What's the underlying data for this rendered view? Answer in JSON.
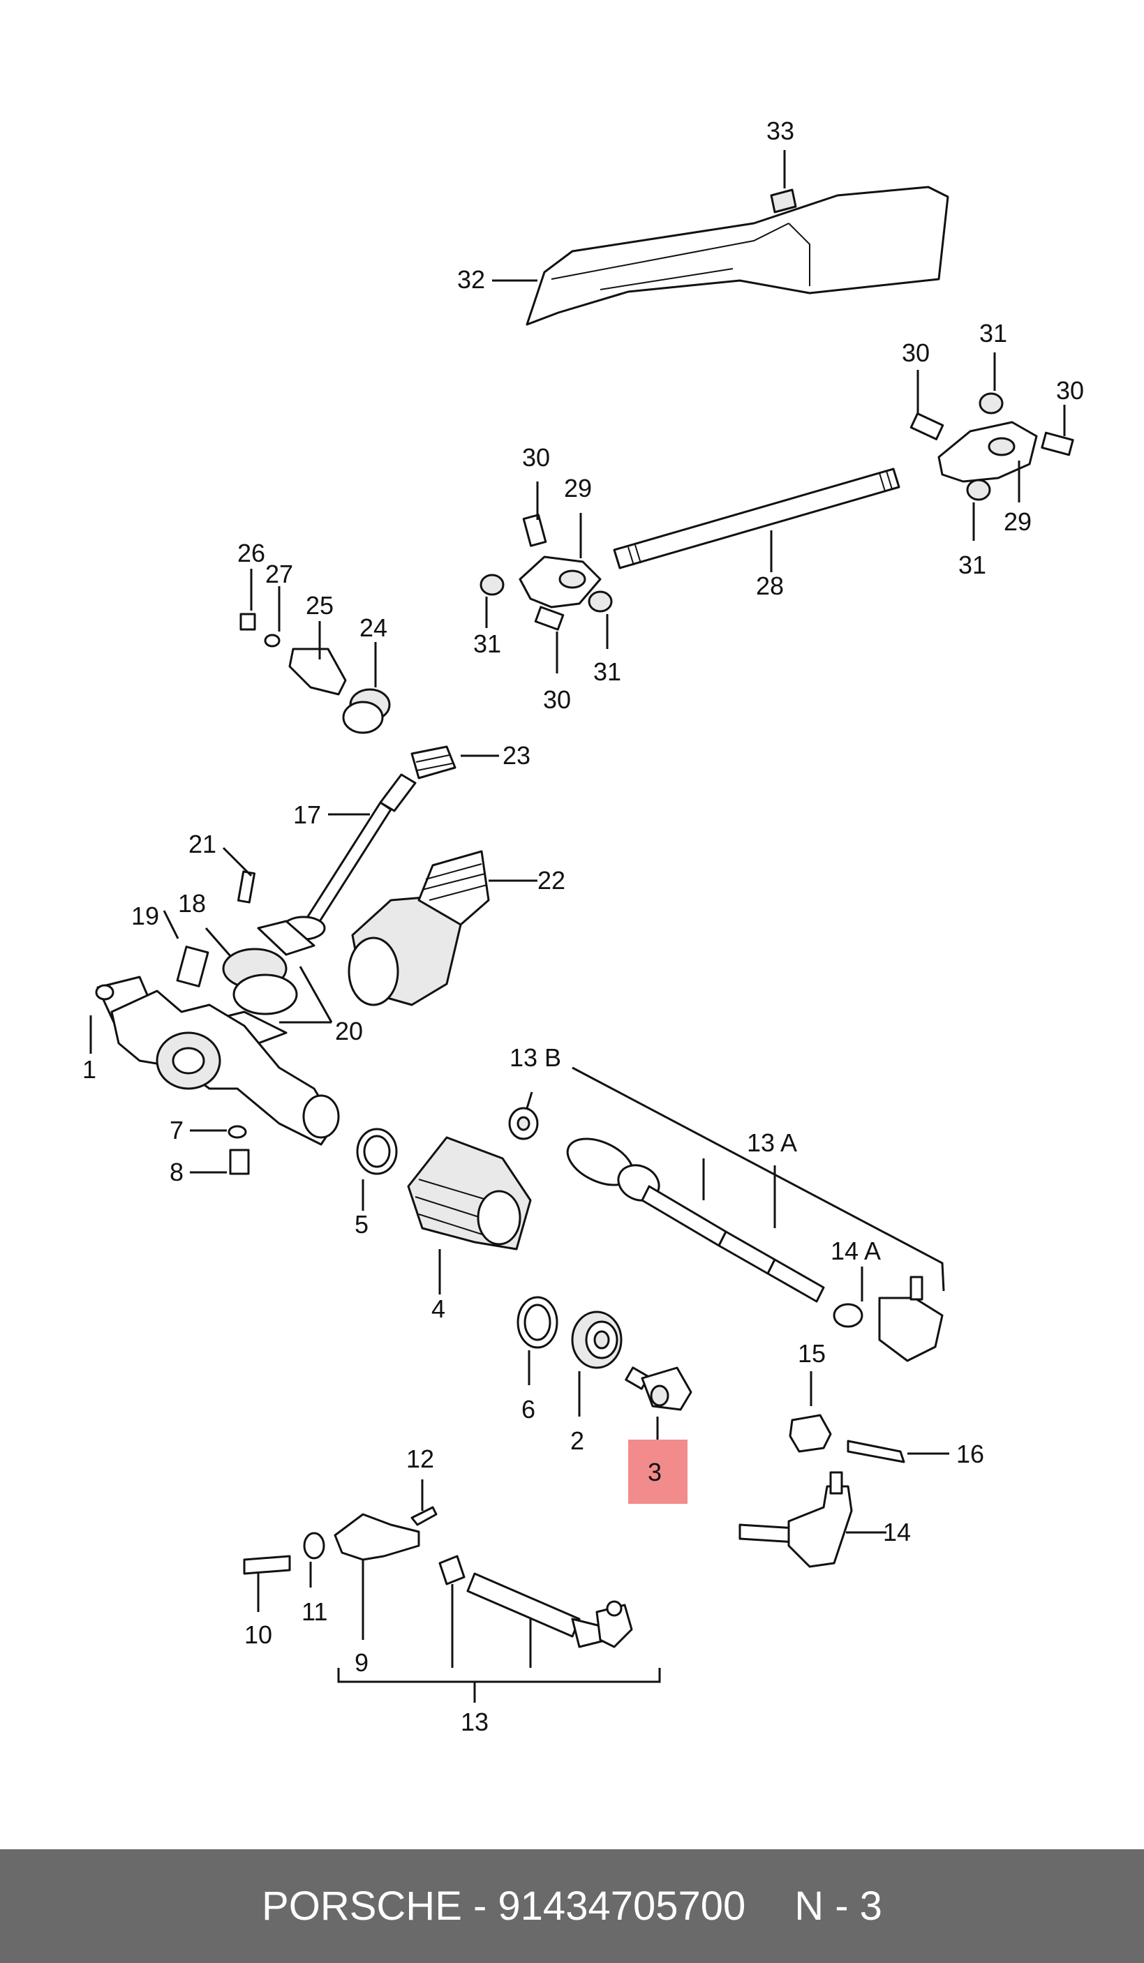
{
  "labels": {
    "l1": "1",
    "l2": "2",
    "l3": "3",
    "l4": "4",
    "l5": "5",
    "l6": "6",
    "l7": "7",
    "l8": "8",
    "l9": "9",
    "l10": "10",
    "l11": "11",
    "l12": "12",
    "l13": "13",
    "l13a": "13 A",
    "l13b": "13 B",
    "l14": "14",
    "l14a": "14 A",
    "l15": "15",
    "l16": "16",
    "l17": "17",
    "l18": "18",
    "l19": "19",
    "l20": "20",
    "l21": "21",
    "l22": "22",
    "l23": "23",
    "l24": "24",
    "l25": "25",
    "l26": "26",
    "l27": "27",
    "l28": "28",
    "l29a": "29",
    "l29b": "29",
    "l30a": "30",
    "l30b": "30",
    "l30c": "30",
    "l30d": "30",
    "l31a": "31",
    "l31b": "31",
    "l31c": "31",
    "l31d": "31",
    "l32": "32",
    "l33": "33"
  },
  "highlight": {
    "part": "3",
    "color": "#f28b8b"
  },
  "footer": {
    "brand_part": "PORSCHE - 91434705700",
    "ref": "N - 3"
  },
  "colors": {
    "footer_bg": "#6a6a6a",
    "footer_text": "#ffffff"
  }
}
